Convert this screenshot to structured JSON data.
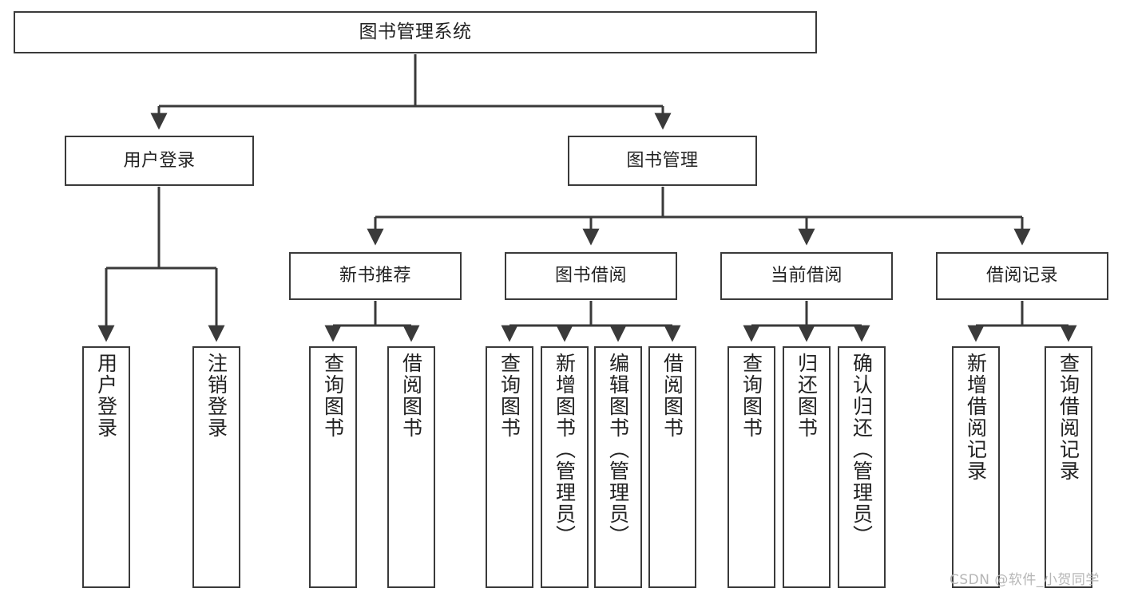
{
  "diagram": {
    "title": "图书管理系统",
    "type": "tree",
    "orientation": "top-down",
    "colors": {
      "box_border": "#3a3a3a",
      "box_fill": "#ffffff",
      "edge": "#3a3a3a",
      "text": "#222222",
      "watermark": "#b6b6b6",
      "background": "#ffffff"
    },
    "nodes": {
      "root": {
        "label": "图书管理系统",
        "level": 1
      },
      "user_login": {
        "label": "用户登录",
        "level": 2
      },
      "book_manage": {
        "label": "图书管理",
        "level": 2
      },
      "new_book_rec": {
        "label": "新书推荐",
        "level": 3
      },
      "book_borrow": {
        "label": "图书借阅",
        "level": 3
      },
      "current_borrow": {
        "label": "当前借阅",
        "level": 3
      },
      "borrow_record": {
        "label": "借阅记录",
        "level": 3
      },
      "leaf_user_login": {
        "label": "用户登录",
        "level": 4
      },
      "leaf_logout": {
        "label": "注销登录",
        "level": 4
      },
      "leaf_query_book_1": {
        "label": "查询图书",
        "level": 4
      },
      "leaf_borrow_book_1": {
        "label": "借阅图书",
        "level": 4
      },
      "leaf_query_book_2": {
        "label": "查询图书",
        "level": 4
      },
      "leaf_add_book": {
        "label": "新增图书（管理员）",
        "level": 4
      },
      "leaf_edit_book": {
        "label": "编辑图书（管理员）",
        "level": 4
      },
      "leaf_borrow_book_2": {
        "label": "借阅图书",
        "level": 4
      },
      "leaf_query_book_3": {
        "label": "查询图书",
        "level": 4
      },
      "leaf_return_book": {
        "label": "归还图书",
        "level": 4
      },
      "leaf_confirm_return": {
        "label": "确认归还（管理员）",
        "level": 4
      },
      "leaf_add_record": {
        "label": "新增借阅记录",
        "level": 4
      },
      "leaf_query_record": {
        "label": "查询借阅记录",
        "level": 4
      }
    },
    "edges": [
      {
        "from": "root",
        "to": "user_login"
      },
      {
        "from": "root",
        "to": "book_manage"
      },
      {
        "from": "book_manage",
        "to": "new_book_rec"
      },
      {
        "from": "book_manage",
        "to": "book_borrow"
      },
      {
        "from": "book_manage",
        "to": "current_borrow"
      },
      {
        "from": "book_manage",
        "to": "borrow_record"
      },
      {
        "from": "user_login",
        "to": "leaf_user_login"
      },
      {
        "from": "user_login",
        "to": "leaf_logout"
      },
      {
        "from": "new_book_rec",
        "to": "leaf_query_book_1"
      },
      {
        "from": "new_book_rec",
        "to": "leaf_borrow_book_1"
      },
      {
        "from": "book_borrow",
        "to": "leaf_query_book_2"
      },
      {
        "from": "book_borrow",
        "to": "leaf_add_book"
      },
      {
        "from": "book_borrow",
        "to": "leaf_edit_book"
      },
      {
        "from": "book_borrow",
        "to": "leaf_borrow_book_2"
      },
      {
        "from": "current_borrow",
        "to": "leaf_query_book_3"
      },
      {
        "from": "current_borrow",
        "to": "leaf_return_book"
      },
      {
        "from": "current_borrow",
        "to": "leaf_confirm_return"
      },
      {
        "from": "borrow_record",
        "to": "leaf_add_record"
      },
      {
        "from": "borrow_record",
        "to": "leaf_query_record"
      }
    ]
  },
  "watermark": {
    "text": "CSDN @软件_小贺同学"
  }
}
